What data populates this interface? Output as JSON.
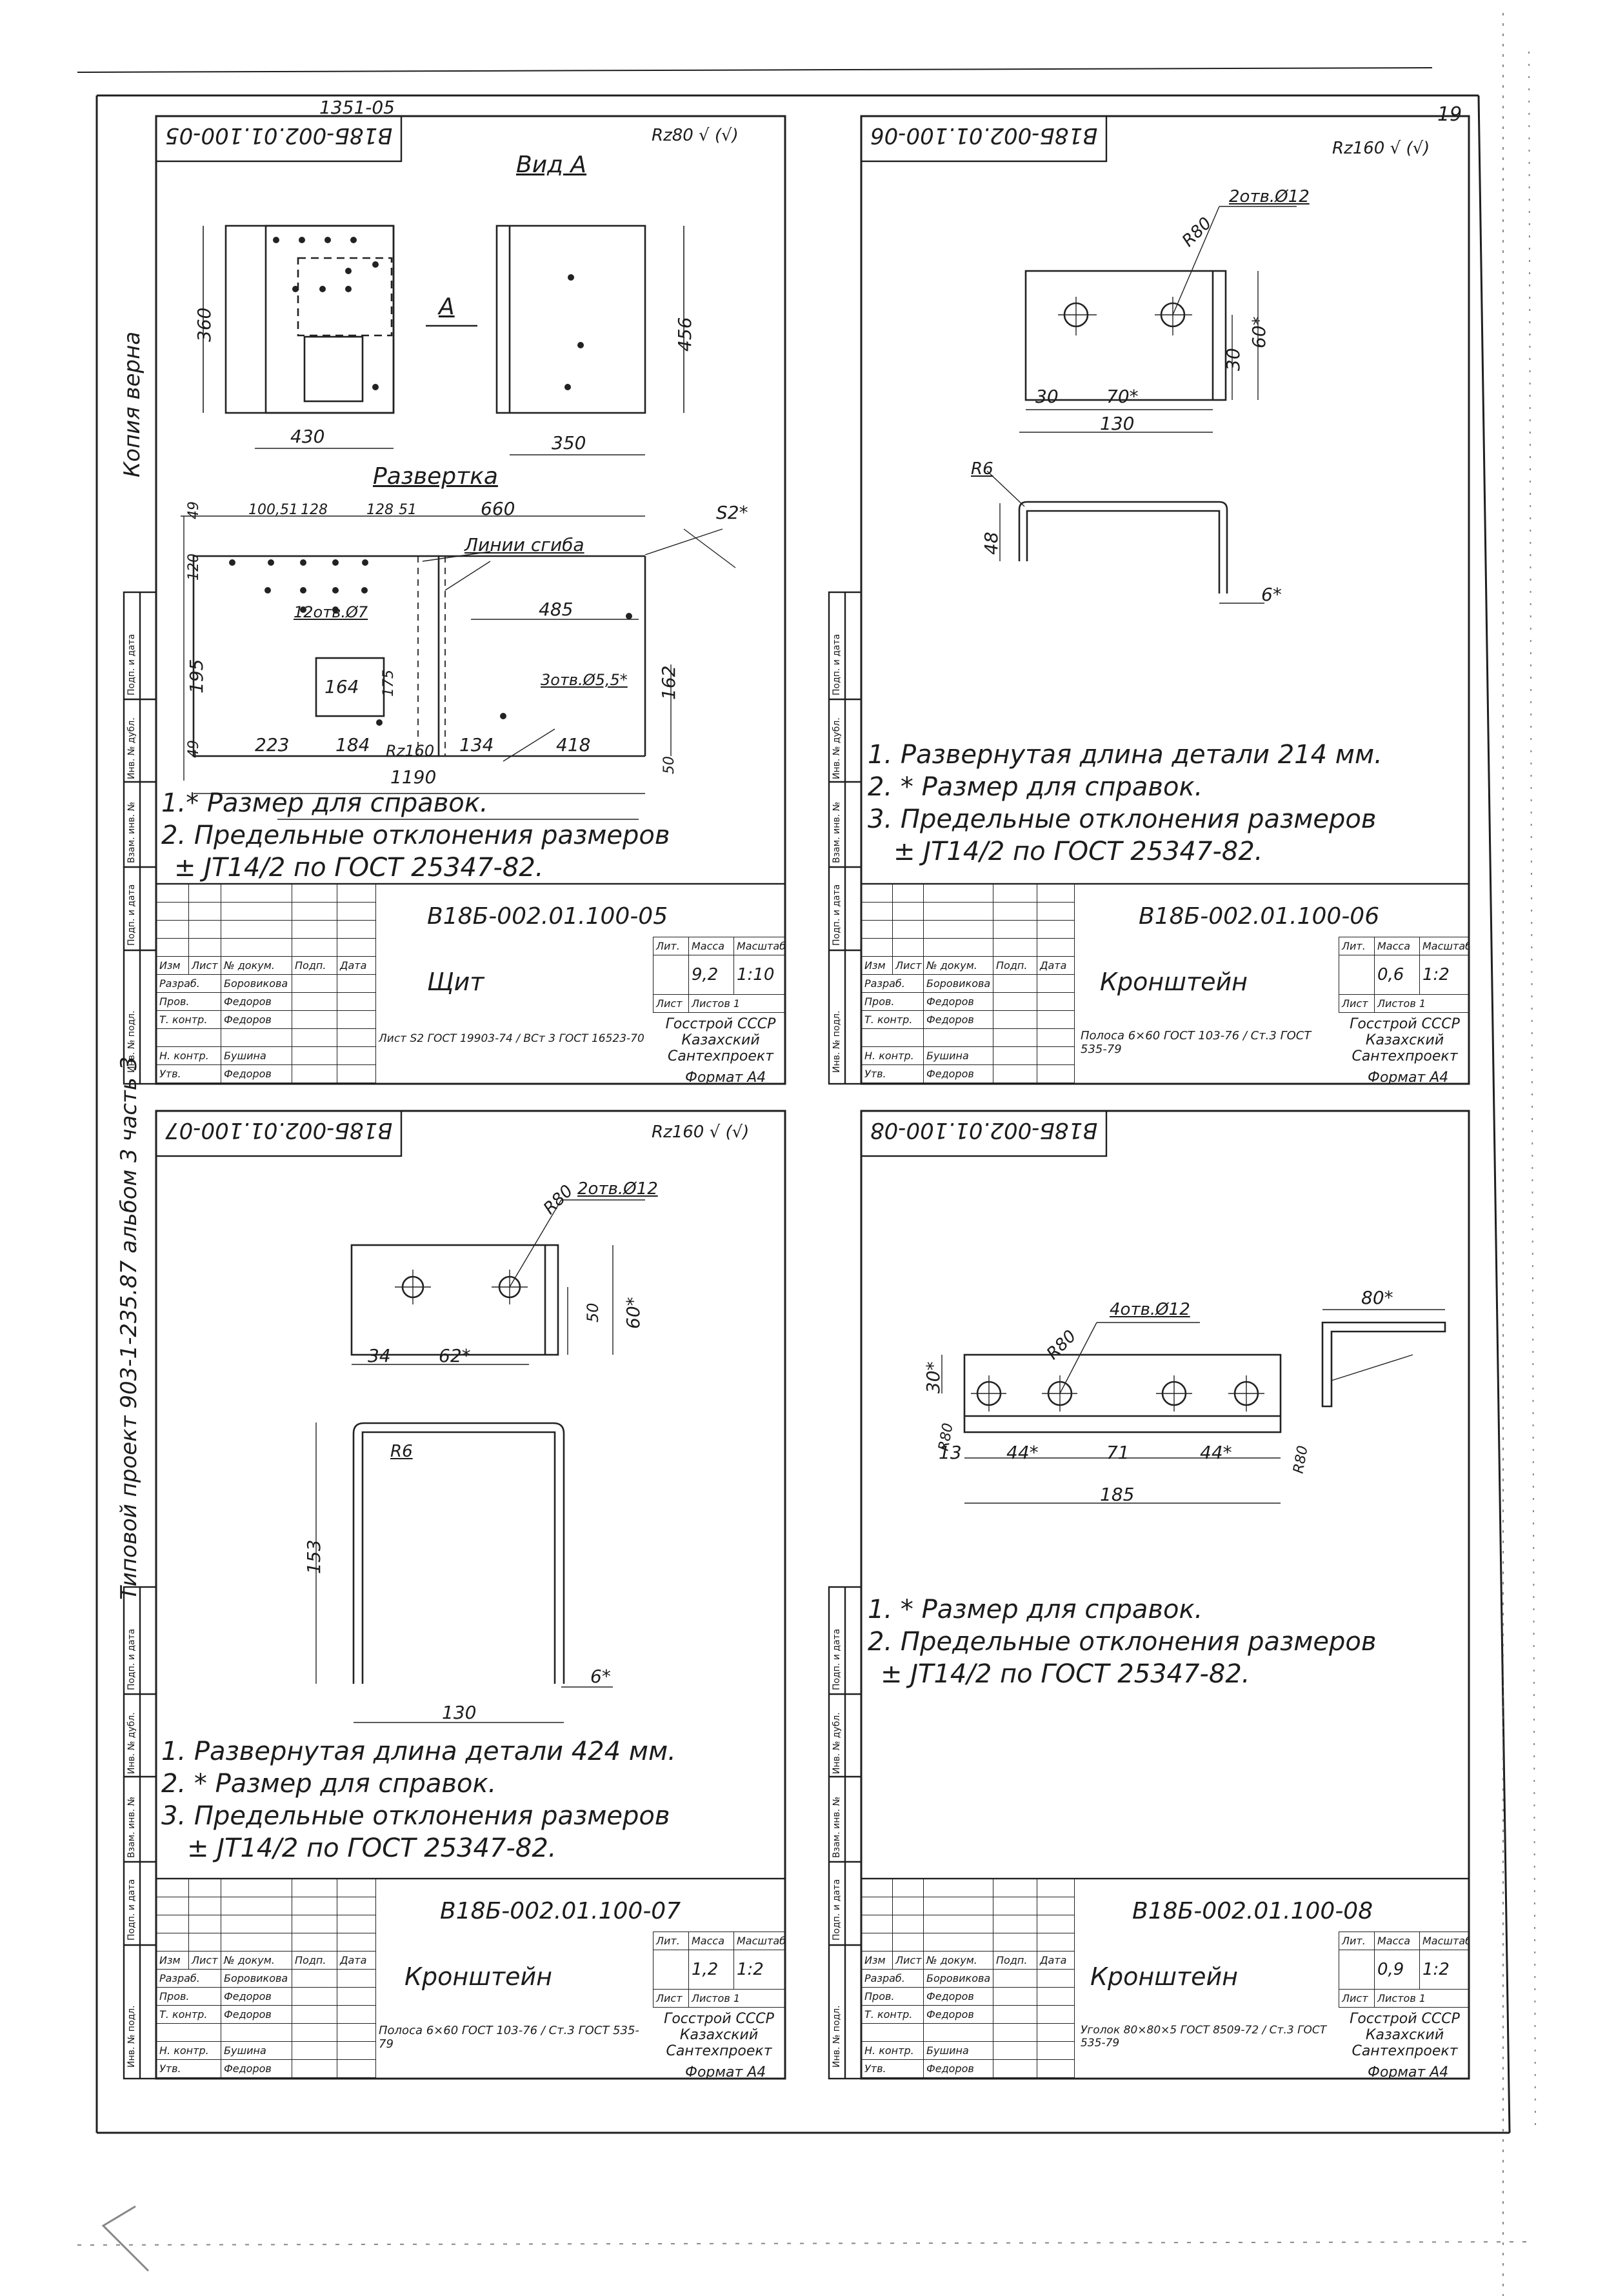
{
  "page": {
    "sheet_number": "19",
    "copy_note": "Копия верна",
    "project_note": "Типовой проект 903-1-235.87 альбом 3 часть 3",
    "top_stamp": "1351-05"
  },
  "side_labels": [
    "Инв. № подл.",
    "Подп. и дата",
    "Взам. инв. №",
    "Инв. № дубл.",
    "Подп. и дата"
  ],
  "stamp_headers": {
    "izm": "Изм",
    "list": "Лист",
    "doc": "№ докум.",
    "sign": "Подп.",
    "date": "Дата",
    "razrab": "Разраб.",
    "prov": "Пров.",
    "tkontr": "Т. контр.",
    "nkontr": "Н. контр.",
    "utv": "Утв.",
    "lit": "Лит.",
    "mass": "Масса",
    "scale": "Масштаб",
    "sheet": "Лист",
    "sheets": "Листов"
  },
  "panels": [
    {
      "corner_code": "В18Б-002.01.100-05",
      "roughness": "Rz80",
      "view_label": "Вид А",
      "view_arrow": "А",
      "unfold_label": "Развертка",
      "dims": {
        "h1": "360",
        "w1": "430",
        "w2": "350",
        "h2": "456",
        "t1": "100,51",
        "t2": "128",
        "t3": "128",
        "t4": "51",
        "t5": "660",
        "bend": "Линии сгиба",
        "s": "S2*",
        "holes1": "12отв.Ø7",
        "w485": "485",
        "holes2": "3отв.Ø5,5*",
        "w164": "164",
        "h175": "175",
        "h162": "162",
        "v49a": "49",
        "v120": "120",
        "v195": "195",
        "v49b": "49",
        "h50": "50",
        "b223": "223",
        "b184": "184",
        "rz160": "Rz160",
        "b134": "134",
        "b418": "418",
        "b1190": "1190"
      },
      "notes": [
        "1.* Размер для справок.",
        "2. Предельные отклонения размеров",
        "± JT14/2   по ГОСТ 25347-82."
      ],
      "stamp": {
        "designation": "В18Б-002.01.100-05",
        "name": "Щит",
        "mass": "9,2",
        "scale": "1:10",
        "sheets_total": "1",
        "razrab": "Боровикова",
        "prov": "Федоров",
        "tkontr": "Федоров",
        "nkontr": "Бушина",
        "utv": "Федоров",
        "material": "Лист S2 ГОСТ 19903-74 / ВСт 3 ГОСТ 16523-70",
        "org": "Госстрой СССР Казахский Сантехпроект",
        "format": "Формат А4"
      }
    },
    {
      "corner_code": "В18Б-002.01.100-06",
      "roughness": "Rz160",
      "dims": {
        "holes": "2отв.Ø12",
        "r": "R80",
        "h60": "60*",
        "h30": "30",
        "w30": "30",
        "w70": "70*",
        "w130": "130",
        "r6": "R6",
        "h48": "48",
        "t6": "6*"
      },
      "notes": [
        "1. Развернутая длина детали 214 мм.",
        "2. * Размер для справок.",
        "3. Предельные отклонения размеров",
        "± JT14/2   по ГОСТ 25347-82."
      ],
      "stamp": {
        "designation": "В18Б-002.01.100-06",
        "name": "Кронштейн",
        "mass": "0,6",
        "scale": "1:2",
        "sheets_total": "1",
        "razrab": "Боровикова",
        "prov": "Федоров",
        "tkontr": "Федоров",
        "nkontr": "Бушина",
        "utv": "Федоров",
        "material": "Полоса 6×60 ГОСТ 103-76 / Ст.3 ГОСТ 535-79",
        "org": "Госстрой СССР Казахский Сантехпроект",
        "format": "Формат А4"
      }
    },
    {
      "corner_code": "В18Б-002.01.100-07",
      "roughness": "Rz160",
      "dims": {
        "r": "R80",
        "holes": "2отв.Ø12",
        "h50": "50",
        "h60": "60*",
        "w34": "34",
        "w62": "62*",
        "r6": "R6",
        "h153": "153",
        "w130": "130",
        "t6": "6*"
      },
      "notes": [
        "1. Развернутая длина детали 424 мм.",
        "2. * Размер для справок.",
        "3. Предельные отклонения размеров",
        "± JT14/2   по ГОСТ 25347-82."
      ],
      "stamp": {
        "designation": "В18Б-002.01.100-07",
        "name": "Кронштейн",
        "mass": "1,2",
        "scale": "1:2",
        "sheets_total": "1",
        "razrab": "Боровикова",
        "prov": "Федоров",
        "tkontr": "Федоров",
        "nkontr": "Бушина",
        "utv": "Федоров",
        "material": "Полоса 6×60 ГОСТ 103-76 / Ст.3 ГОСТ 535-79",
        "org": "Госстрой СССР Казахский Сантехпроект",
        "format": "Формат А4"
      }
    },
    {
      "corner_code": "В18Б-002.01.100-08",
      "dims": {
        "h30": "30*",
        "r": "R80",
        "holes": "4отв.Ø12",
        "w80": "80*",
        "r80b": "R80",
        "w13": "13",
        "w44a": "44*",
        "w71": "71",
        "w44b": "44*",
        "w185": "185",
        "r80c": "R80"
      },
      "notes": [
        "1. * Размер для справок.",
        "2. Предельные отклонения размеров",
        "± JT14/2   по ГОСТ 25347-82."
      ],
      "stamp": {
        "designation": "В18Б-002.01.100-08",
        "name": "Кронштейн",
        "mass": "0,9",
        "scale": "1:2",
        "sheets_total": "1",
        "razrab": "Боровикова",
        "prov": "Федоров",
        "tkontr": "Федоров",
        "nkontr": "Бушина",
        "utv": "Федоров",
        "material": "Уголок 80×80×5 ГОСТ 8509-72 / Ст.3 ГОСТ 535-79",
        "org": "Госстрой СССР Казахский Сантехпроект",
        "format": "Формат А4"
      }
    }
  ]
}
